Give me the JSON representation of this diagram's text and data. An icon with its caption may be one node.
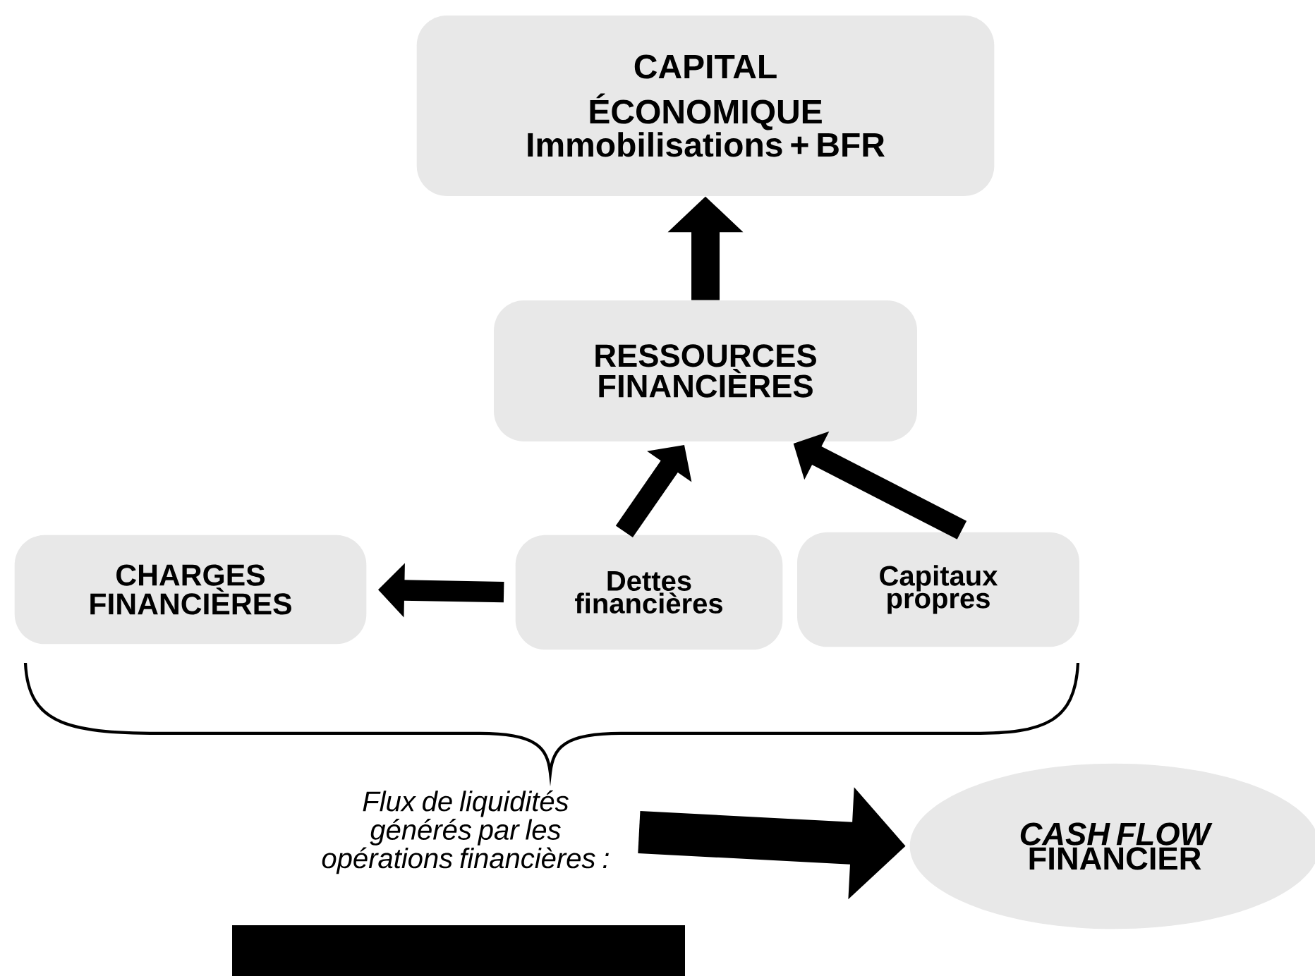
{
  "diagram": {
    "nodes": [
      {
        "text": [
          "CAPITAL ÉCONOMIQUE",
          "Immobilisations + BFR"
        ]
      },
      {
        "text": [
          "RESSOURCES FINANCIÈRES"
        ]
      },
      {
        "text": [
          "CHARGES FINANCIÈRES"
        ]
      },
      {
        "text": [
          "Dettes financières"
        ]
      },
      {
        "text": [
          "Capitaux propres"
        ]
      },
      {
        "text": [
          "Flux de liquidités générés par les opérations financières :"
        ]
      },
      {
        "text": [
          "*CASH FLOW* FINANCIER"
        ]
      },
      {
        "text": [],
        "shape": "bar"
      }
    ],
    "edges": [
      {
        "from": 1,
        "to": 0,
        "arrow": "to"
      },
      {
        "from": 3,
        "to": 1,
        "arrow": "to"
      },
      {
        "from": 4,
        "to": 1,
        "arrow": "to"
      },
      {
        "from": 3,
        "to": 2,
        "arrow": "to"
      },
      {
        "from": 5,
        "to": 6,
        "arrow": "to",
        "style": "thick"
      }
    ]
  }
}
